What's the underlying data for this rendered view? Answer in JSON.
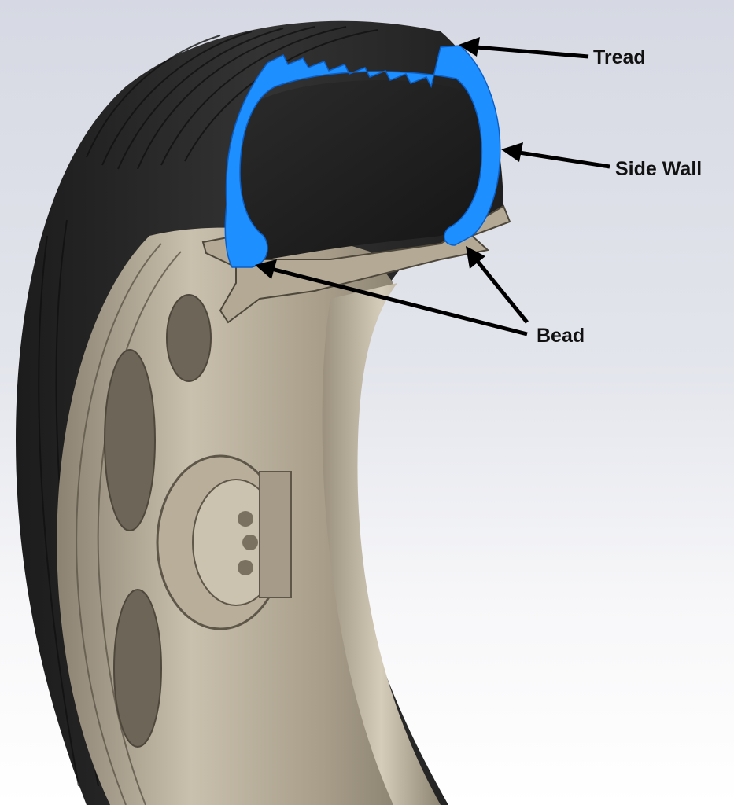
{
  "labels": {
    "tread": "Tread",
    "side_wall": "Side Wall",
    "bead": "Bead"
  },
  "colors": {
    "cross_section_highlight": "#1e8fff",
    "tire_rubber": "#2a2a2a",
    "rim_metal": "#a89d8a",
    "arrow": "#000000"
  }
}
